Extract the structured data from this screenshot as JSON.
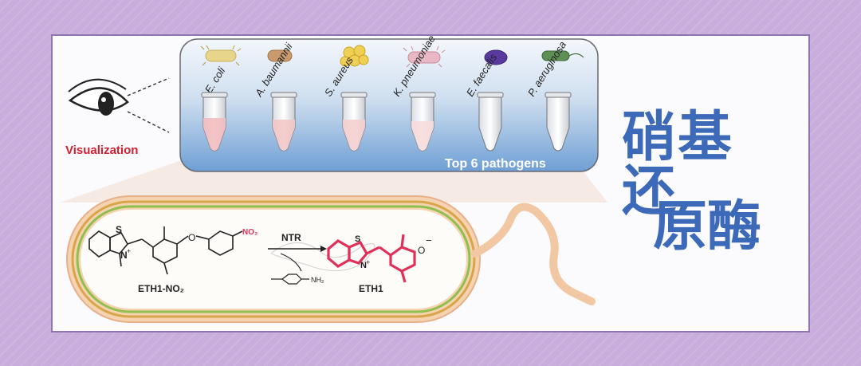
{
  "visualization_label": "Visualization",
  "pathogens": [
    {
      "name": "E. coli",
      "color": "#e6d58a"
    },
    {
      "name": "A. baumannii",
      "color": "#c99a6d"
    },
    {
      "name": "S. aureus",
      "color": "#f0cf55"
    },
    {
      "name": "K. pneumoniae",
      "color": "#e8b8c4"
    },
    {
      "name": "E. faecalis",
      "color": "#5b3aa0"
    },
    {
      "name": "P. aeruginosa",
      "color": "#5f8f55"
    }
  ],
  "panel_caption": "Top 6 pathogens",
  "reaction": {
    "reactant": "ETH1-NO₂",
    "product": "ETH1",
    "enzyme": "NTR",
    "nitro_group": "NO₂",
    "amine_group": "NH₂",
    "atom_s": "S",
    "atom_n": "N",
    "atom_o": "O",
    "charge_plus": "+",
    "charge_minus": "−"
  },
  "title_cn": {
    "line1": "硝基还",
    "line2": "原酶"
  },
  "colors": {
    "title": "#3c69b8",
    "background": "#c9addc",
    "visualization": "#d21f2f",
    "product_highlight": "#e0305a"
  }
}
